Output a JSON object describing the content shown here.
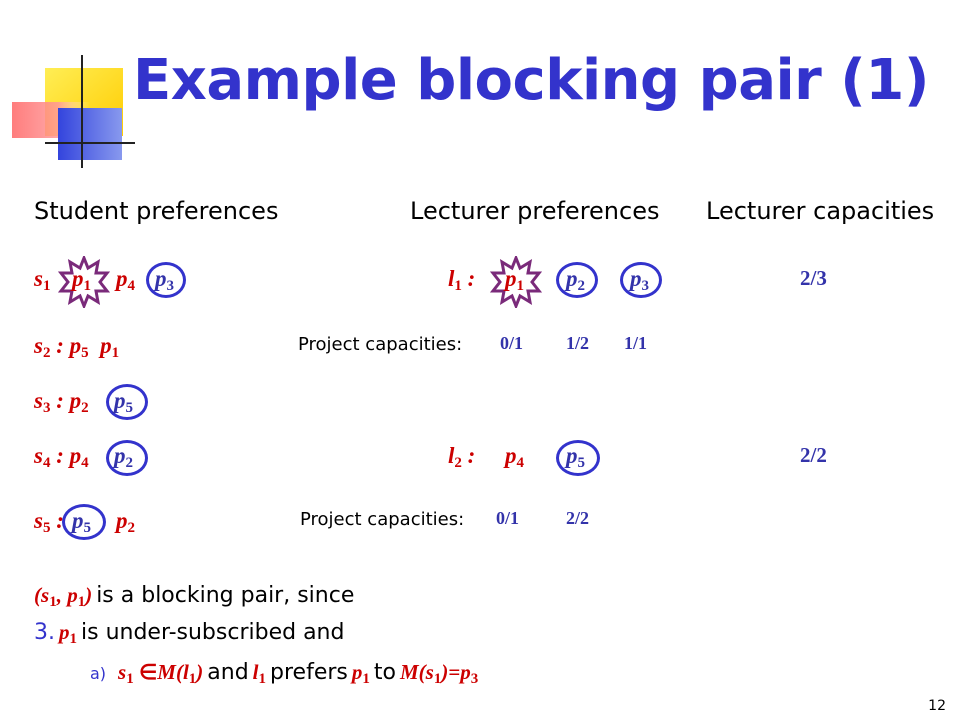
{
  "slide": {
    "title": "Example blocking pair (1)",
    "number": "12",
    "colors": {
      "title": "#3333cc",
      "math": "#cc0000",
      "ring": "#3333cc",
      "star": "#7a2a7a"
    }
  },
  "headers": {
    "students": "Student preferences",
    "lecturers": "Lecturer preferences",
    "capacities": "Lecturer capacities"
  },
  "students": [
    {
      "name": "s",
      "sub": "1",
      "prefs": [
        [
          "p",
          "1"
        ],
        [
          "p",
          "4"
        ],
        [
          "p",
          "3"
        ]
      ]
    },
    {
      "name": "s",
      "sub": "2",
      "prefs": [
        [
          "p",
          "5"
        ],
        [
          "p",
          "1"
        ]
      ]
    },
    {
      "name": "s",
      "sub": "3",
      "prefs": [
        [
          "p",
          "2"
        ],
        [
          "p",
          "5"
        ]
      ]
    },
    {
      "name": "s",
      "sub": "4",
      "prefs": [
        [
          "p",
          "4"
        ],
        [
          "p",
          "2"
        ]
      ]
    },
    {
      "name": "s",
      "sub": "5",
      "prefs": [
        [
          "p",
          "5"
        ],
        [
          "p",
          "2"
        ]
      ]
    }
  ],
  "lecturers": [
    {
      "name": "l",
      "sub": "1",
      "prefs": [
        [
          "p",
          "1"
        ],
        [
          "p",
          "2"
        ],
        [
          "p",
          "3"
        ]
      ],
      "capacity": "2/3",
      "project_capacity_label": "Project capacities:",
      "project_capacities": [
        "0/1",
        "1/2",
        "1/1"
      ]
    },
    {
      "name": "l",
      "sub": "2",
      "prefs": [
        [
          "p",
          "4"
        ],
        [
          "p",
          "5"
        ]
      ],
      "capacity": "2/2",
      "project_capacity_label": "Project capacities:",
      "project_capacities": [
        "0/1",
        "2/2"
      ]
    }
  ],
  "conclusion": {
    "pair_s": "s",
    "pair_s_sub": "1",
    "pair_p": "p",
    "pair_p_sub": "1",
    "line1_text": "is a blocking pair, since",
    "item_number": "3.",
    "item_p": "p",
    "item_p_sub": "1",
    "item_text": "is under-subscribed and",
    "sub_marker": "a)",
    "sub_s": "s",
    "sub_s_sub": "1",
    "sub_in": "∈",
    "sub_M1": "M(l",
    "sub_M1_sub": "1",
    "sub_M1_close": ")",
    "sub_and": "and",
    "sub_l": "l",
    "sub_l_sub": "1",
    "sub_prefers": "prefers",
    "sub_p": "p",
    "sub_p_sub": "1",
    "sub_to": "to",
    "sub_M2": "M(s",
    "sub_M2_sub": "1",
    "sub_M2_close": ")=p",
    "sub_M2_end_sub": "3"
  }
}
